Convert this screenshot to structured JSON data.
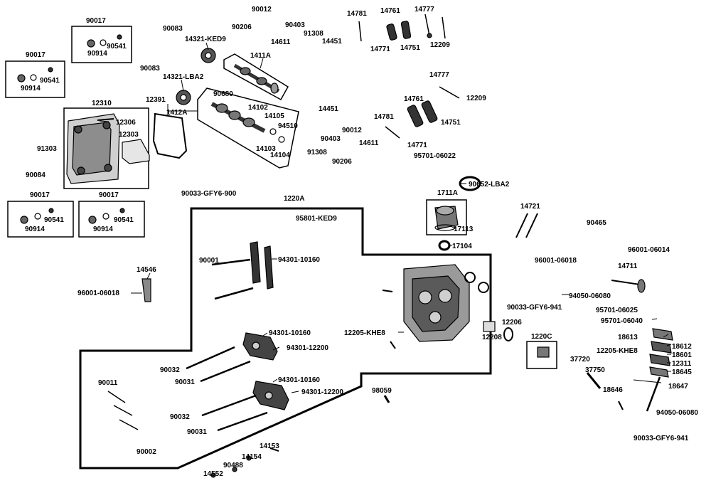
{
  "labels": {
    "l_90012_a": "90012",
    "l_14781_a": "14781",
    "l_14761_a": "14761",
    "l_14777_a": "14777",
    "l_90017_a": "90017",
    "l_90083_a": "90083",
    "l_90206_a": "90206",
    "l_90403_a": "90403",
    "l_91308_a": "91308",
    "l_14321_ked9": "14321-KED9",
    "l_90541_a": "90541",
    "l_90914_a": "90914",
    "l_14611_a": "14611",
    "l_14451_a": "14451",
    "l_14771_a": "14771",
    "l_14751_a": "14751",
    "l_12209_a": "12209",
    "l_90017_b": "90017",
    "l_1411a": "1411A",
    "l_90541_b": "90541",
    "l_90083_b": "90083",
    "l_90914_b": "90914",
    "l_14321_lba2": "14321-LBA2",
    "l_14777_b": "14777",
    "l_90680": "90680",
    "l_12391": "12391",
    "l_12310": "12310",
    "l_14761_b": "14761",
    "l_12209_b": "12209",
    "l_1412a": "1412A",
    "l_14102": "14102",
    "l_14451_b": "14451",
    "l_14105": "14105",
    "l_12306": "12306",
    "l_94510": "94510",
    "l_14781_b": "14781",
    "l_14751_b": "14751",
    "l_12303": "12303",
    "l_90012_b": "90012",
    "l_90403_b": "90403",
    "l_14103": "14103",
    "l_14104": "14104",
    "l_14611_b": "14611",
    "l_14771_b": "14771",
    "l_91303": "91303",
    "l_91308_b": "91308",
    "l_90206_b": "90206",
    "l_95701_06022": "95701-06022",
    "l_90084": "90084",
    "l_90652_lba2": "90652-LBA2",
    "l_90033_gfy6_900": "90033-GFY6-900",
    "l_1711a": "1711A",
    "l_90017_c": "90017",
    "l_90017_d": "90017",
    "l_1220a": "1220A",
    "l_14721": "14721",
    "l_90541_c": "90541",
    "l_90541_d": "90541",
    "l_95801_ked9": "95801-KED9",
    "l_17113": "17113",
    "l_90914_c": "90914",
    "l_90914_d": "90914",
    "l_90465": "90465",
    "l_17104": "17104",
    "l_96001_06014": "96001-06014",
    "l_90001": "90001",
    "l_94301_10160_a": "94301-10160",
    "l_96001_06018_a": "96001-06018",
    "l_14546": "14546",
    "l_14711": "14711",
    "l_96001_06018_b": "96001-06018",
    "l_94050_06080_a": "94050-06080",
    "l_90033_gfy6_941_a": "90033-GFY6-941",
    "l_95701_06025": "95701-06025",
    "l_12206": "12206",
    "l_95701_06040": "95701-06040",
    "l_12205_khe8_a": "12205-KHE8",
    "l_94301_10160_b": "94301-10160",
    "l_12208": "12208",
    "l_18613": "18613",
    "l_1220c": "1220C",
    "l_94301_12200_a": "94301-12200",
    "l_18612": "18612",
    "l_12205_khe8_b": "12205-KHE8",
    "l_18601": "18601",
    "l_37720": "37720",
    "l_12311": "12311",
    "l_90032_a": "90032",
    "l_37750": "37750",
    "l_18645": "18645",
    "l_90031_a": "90031",
    "l_94301_10160_c": "94301-10160",
    "l_90011": "90011",
    "l_18647": "18647",
    "l_18646": "18646",
    "l_98059": "98059",
    "l_94301_12200_b": "94301-12200",
    "l_90032_b": "90032",
    "l_94050_06080_b": "94050-06080",
    "l_90031_b": "90031",
    "l_90033_gfy6_941_b": "90033-GFY6-941",
    "l_90002": "90002",
    "l_14153": "14153",
    "l_14154": "14154",
    "l_90488": "90488",
    "l_14552": "14552"
  }
}
